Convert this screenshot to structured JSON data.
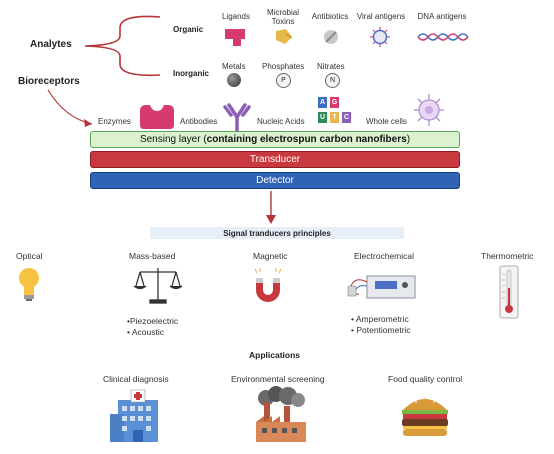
{
  "analytes_label": "Analytes",
  "bioreceptors_label": "Bioreceptors",
  "organic_label": "Organic",
  "inorganic_label": "Inorganic",
  "organic_items": [
    "Ligands",
    "Microbial Toxins",
    "Antibiotics",
    "Viral antigens",
    "DNA antigens"
  ],
  "inorganic_items": [
    "Metals",
    "Phosphates",
    "Nitrates"
  ],
  "phosphate_symbol": "P",
  "nitrate_symbol": "N",
  "bioreceptor_items": [
    "Enzymes",
    "Antibodies",
    "Nucleic Acids",
    "Whole cells"
  ],
  "nucleotides": [
    "A",
    "G",
    "U",
    "T",
    "C"
  ],
  "sensing_layer_prefix": "Sensing layer (",
  "sensing_layer_bold": "containing electrospun carbon nanofibers",
  "sensing_layer_suffix": ")",
  "transducer_label": "Transducer",
  "detector_label": "Detector",
  "signal_title": "Signal tranducers principles",
  "principles": [
    "Optical",
    "Mass-based",
    "Magnetic",
    "Electrochemical",
    "Thermometric"
  ],
  "mass_subtypes": [
    "•Piezoelectric",
    "• Acoustic"
  ],
  "electro_subtypes": [
    "• Amperometric",
    "• Potentiometric"
  ],
  "applications_title": "Applications",
  "applications": [
    "Clinical diagnosis",
    "Environmental screening",
    "Food quality control"
  ],
  "colors": {
    "sensing_fill": "#dcf2cf",
    "transducer_fill": "#c8383f",
    "detector_fill": "#2f63b5",
    "arrow": "#b5343a",
    "brace": "#b5343a",
    "ligand": "#d63a6e",
    "antibody": "#8b5fb5",
    "signal_box": "#e6eef7"
  }
}
